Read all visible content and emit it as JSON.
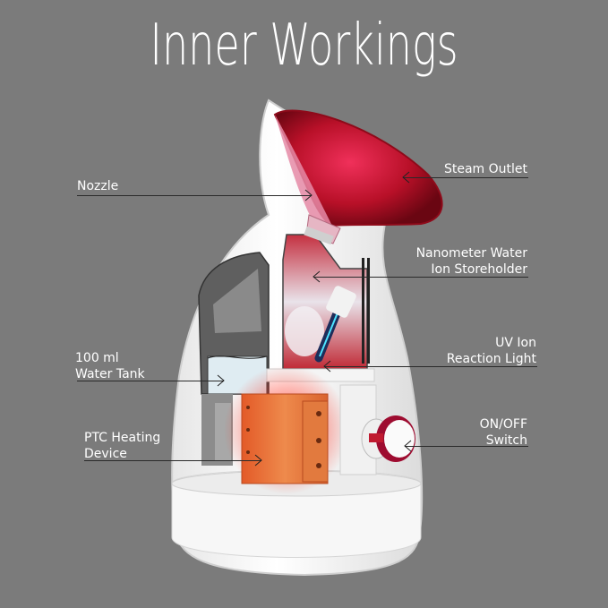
{
  "title": "Inner Workings",
  "colors": {
    "background": "#7b7b7b",
    "title_text": "#ffffff",
    "label_text": "#ffffff",
    "leader_line": "#2a2a2a",
    "funnel_red": "#c0102a",
    "heater_orange": "#e8773a",
    "body_white": "#f4f4f4"
  },
  "labels": {
    "nozzle": {
      "lines": [
        "Nozzle"
      ]
    },
    "steam_outlet": {
      "lines": [
        "Steam Outlet"
      ]
    },
    "nanometer": {
      "lines": [
        "Nanometer Water",
        "Ion Storeholder"
      ]
    },
    "water_tank": {
      "lines": [
        "100 ml",
        "Water Tank"
      ]
    },
    "uv_light": {
      "lines": [
        "UV Ion",
        "Reaction Light"
      ]
    },
    "ptc_heater": {
      "lines": [
        "PTC Heating",
        "Device"
      ]
    },
    "switch": {
      "lines": [
        "ON/OFF",
        "Switch"
      ]
    }
  }
}
